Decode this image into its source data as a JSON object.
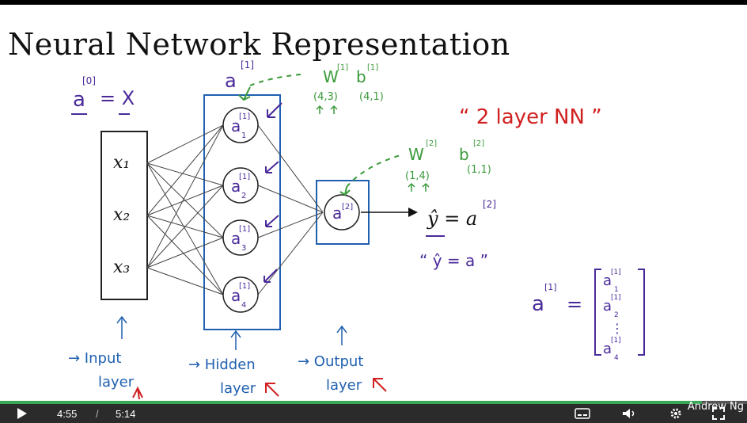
{
  "slide": {
    "title": "Neural Network Representation",
    "inputs": {
      "x1": "x₁",
      "x2": "x₂",
      "x3": "x₃",
      "a0_label": "a",
      "a0_sup": "[0]",
      "a0_eq": "= X"
    },
    "hidden": {
      "a1_label": "a",
      "a1_sup": "[1]",
      "nodes": [
        {
          "base": "a",
          "sup": "[1]",
          "sub": "1"
        },
        {
          "base": "a",
          "sup": "[1]",
          "sub": "2"
        },
        {
          "base": "a",
          "sup": "[1]",
          "sub": "3"
        },
        {
          "base": "a",
          "sup": "[1]",
          "sub": "4"
        }
      ]
    },
    "output": {
      "node": {
        "base": "a",
        "sup": "[2]"
      },
      "yhat_eq": "ŷ = a",
      "yhat_sup": "[2]",
      "quote_eq": "“ ŷ = a ”"
    },
    "params1": {
      "w": "W",
      "w_sup": "[1]",
      "b": "b",
      "b_sup": "[1]",
      "w_dim": "(4,3)",
      "b_dim": "(4,1)"
    },
    "params2": {
      "w": "W",
      "w_sup": "[2]",
      "b": "b",
      "b_sup": "[2]",
      "w_dim": "(1,4)",
      "b_dim": "(1,1)"
    },
    "note": "“ 2  layer  NN ”",
    "vector": {
      "lhs": "a",
      "lhs_sup": "[1]",
      "eq": "=",
      "entries": [
        {
          "base": "a",
          "sup": "[1]",
          "sub": "1"
        },
        {
          "base": "a",
          "sup": "[1]",
          "sub": "2"
        },
        {
          "base": "⋮",
          "sup": "",
          "sub": ""
        },
        {
          "base": "a",
          "sup": "[1]",
          "sub": "4"
        }
      ]
    },
    "labels": {
      "input": [
        "→ Input",
        "layer"
      ],
      "hidden": [
        "→ Hidden",
        "layer"
      ],
      "output": [
        "→ Output",
        "layer"
      ]
    },
    "colors": {
      "ink": "#111111",
      "purple": "#4a2a9a",
      "green": "#3a9a3a",
      "blue": "#2060b0",
      "red": "#d02020",
      "progress": "#3aa757"
    }
  },
  "player": {
    "current_time": "4:55",
    "separator": "/",
    "duration": "5:14",
    "progress": 0.94,
    "signature": "Andrew Ng",
    "icons": [
      "play-icon",
      "captions-icon",
      "volume-icon",
      "settings-icon",
      "fullscreen-icon"
    ]
  }
}
